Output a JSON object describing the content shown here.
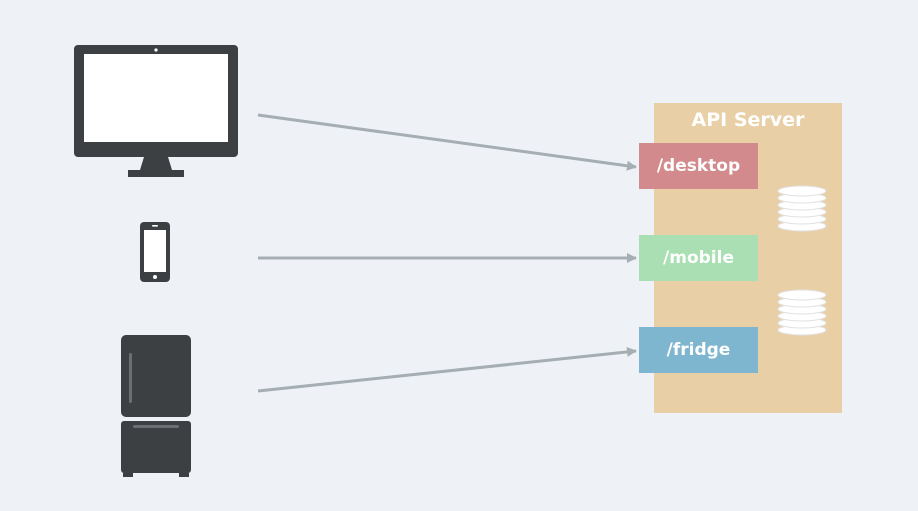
{
  "server": {
    "title": "API Server"
  },
  "endpoints": [
    {
      "label": "/desktop",
      "color": "#d28a8c"
    },
    {
      "label": "/mobile",
      "color": "#a9dfb3"
    },
    {
      "label": "/fridge",
      "color": "#7fb6cf"
    }
  ],
  "colors": {
    "background": "#eef2f6",
    "server": "#e9cfa6",
    "device": "#3d4043",
    "arrow": "#a5aeb3",
    "database": "#ffffff"
  },
  "devices": [
    {
      "icon": "desktop-monitor-icon",
      "target": "/desktop"
    },
    {
      "icon": "smartphone-icon",
      "target": "/mobile"
    },
    {
      "icon": "refrigerator-icon",
      "target": "/fridge"
    }
  ]
}
